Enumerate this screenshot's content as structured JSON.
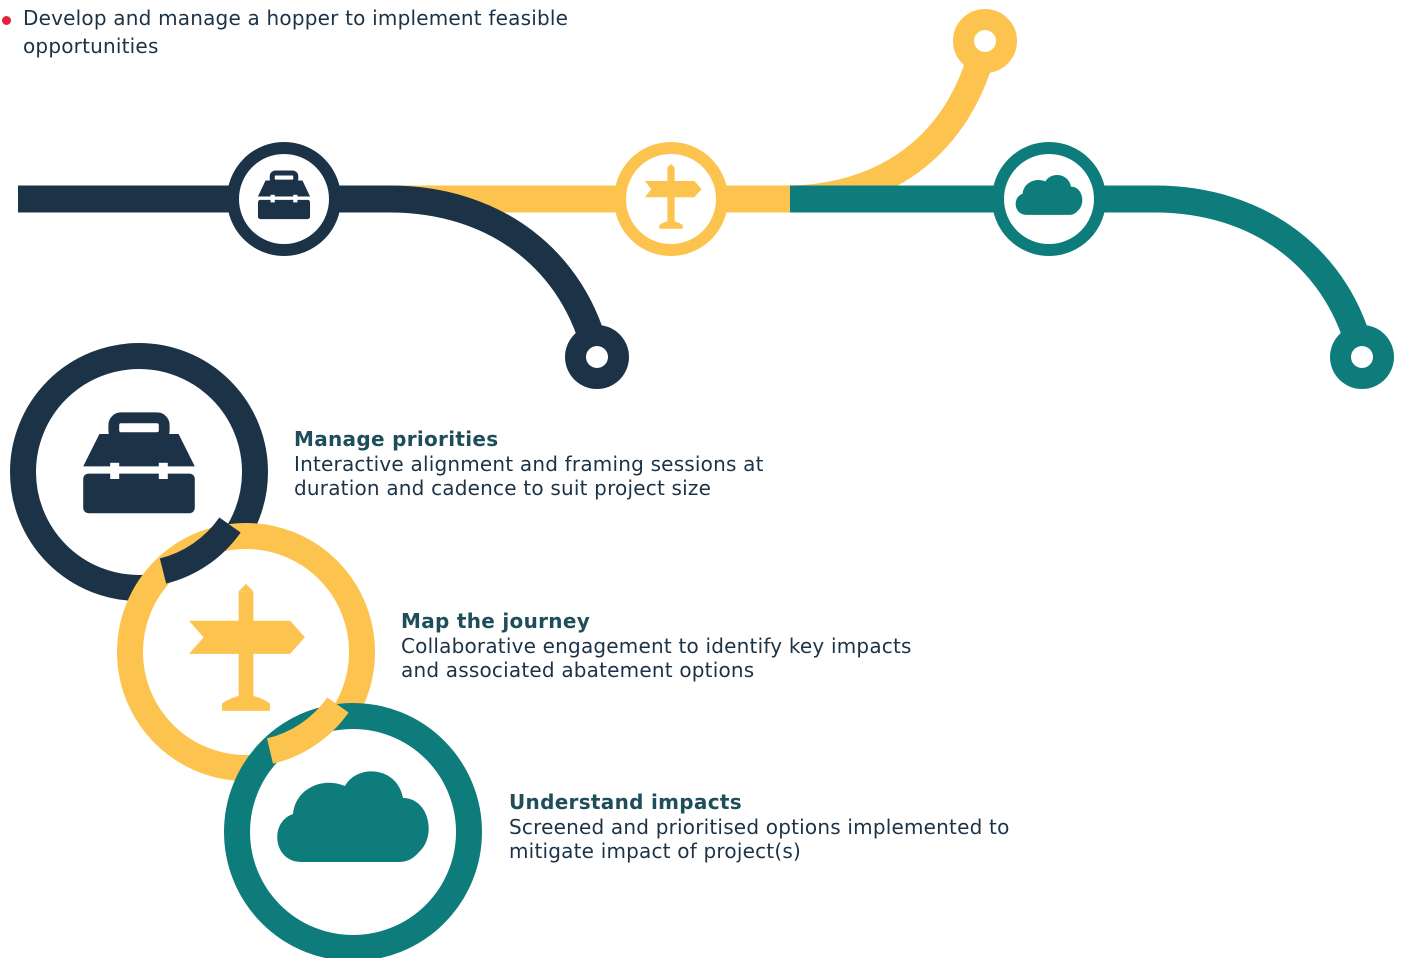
{
  "bullet": {
    "text": "Develop and manage a hopper to implement feasible opportunities"
  },
  "steps": [
    {
      "title": "Manage priorities",
      "description": "Interactive alignment and framing sessions at duration and cadence to suit project size",
      "icon": "toolbox-icon"
    },
    {
      "title": "Map the journey",
      "description": "Collaborative engagement to identify key impacts and associated abatement options",
      "icon": "signpost-icon"
    },
    {
      "title": "Understand impacts",
      "description": "Screened and prioritised options implemented to mitigate impact of project(s)",
      "icon": "cloud-icon"
    }
  ],
  "colors": {
    "navy": "#1c3347",
    "yellow": "#fdc34f",
    "teal": "#0f7c7c",
    "bullet": "#e8203c"
  }
}
